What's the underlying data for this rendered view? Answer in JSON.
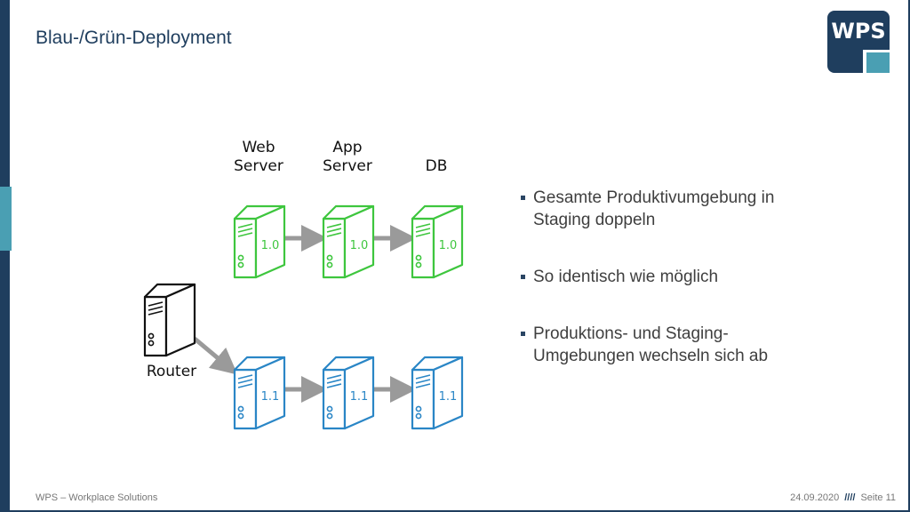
{
  "slide": {
    "title": "Blau-/Grün-Deployment",
    "logo_text": "WPS"
  },
  "diagram": {
    "column_labels": [
      {
        "line1": "Web",
        "line2": "Server"
      },
      {
        "line1": "App",
        "line2": "Server"
      },
      {
        "line1": "",
        "line2": "DB"
      }
    ],
    "router_label": "Router",
    "green_version": "1.0",
    "blue_version": "1.1",
    "colors": {
      "green": "#3ec63e",
      "blue": "#2a86c6",
      "arrow": "#9a9a9a",
      "router": "#111111"
    }
  },
  "bullets": [
    "Gesamte Produktivumgebung in Staging doppeln",
    "So identisch wie möglich",
    "Produktions- und Staging-Umgebungen wechseln sich ab"
  ],
  "footer": {
    "left": "WPS – Workplace Solutions",
    "date": "24.09.2020",
    "separator": "////",
    "page": "Seite 11"
  },
  "colors": {
    "brand": "#1f3e5e",
    "accent": "#4a9fb3"
  }
}
